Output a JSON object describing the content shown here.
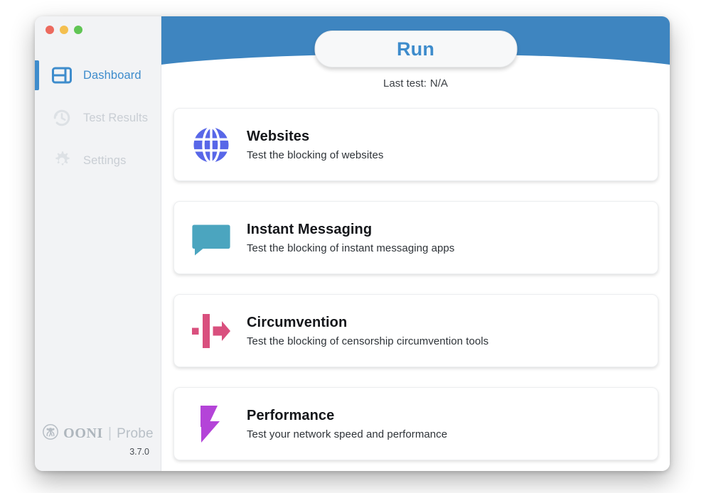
{
  "window": {
    "traffic_lights": [
      {
        "name": "close",
        "color": "#ec6a5e"
      },
      {
        "name": "minimize",
        "color": "#f4bf4f"
      },
      {
        "name": "zoom",
        "color": "#61c554"
      }
    ]
  },
  "sidebar": {
    "items": [
      {
        "label": "Dashboard",
        "icon": "dashboard-icon",
        "active": true
      },
      {
        "label": "Test Results",
        "icon": "history-clock-icon",
        "active": false
      },
      {
        "label": "Settings",
        "icon": "gear-icon",
        "active": false
      }
    ],
    "footer": {
      "brand": "OONI",
      "separator": "|",
      "product": "Probe",
      "version": "3.7.0",
      "logo_icon": "ooni-octopus-logo-icon"
    }
  },
  "header": {
    "run_label": "Run",
    "last_test_label": "Last test:",
    "last_test_value": "N/A",
    "banner_color": "#3e85c0",
    "run_text_color": "#3e8ccc"
  },
  "cards": [
    {
      "title": "Websites",
      "description": "Test the blocking of websites",
      "icon": "globe-icon",
      "color": "#5867e8"
    },
    {
      "title": "Instant Messaging",
      "description": "Test the blocking of instant messaging apps",
      "icon": "chat-bubble-icon",
      "color": "#4ba5bf"
    },
    {
      "title": "Circumvention",
      "description": "Test the blocking of censorship circumvention tools",
      "icon": "circumvention-arrow-icon",
      "color": "#d9507e"
    },
    {
      "title": "Performance",
      "description": "Test your network speed and performance",
      "icon": "lightning-bolt-icon",
      "color": "#b444d8"
    }
  ]
}
